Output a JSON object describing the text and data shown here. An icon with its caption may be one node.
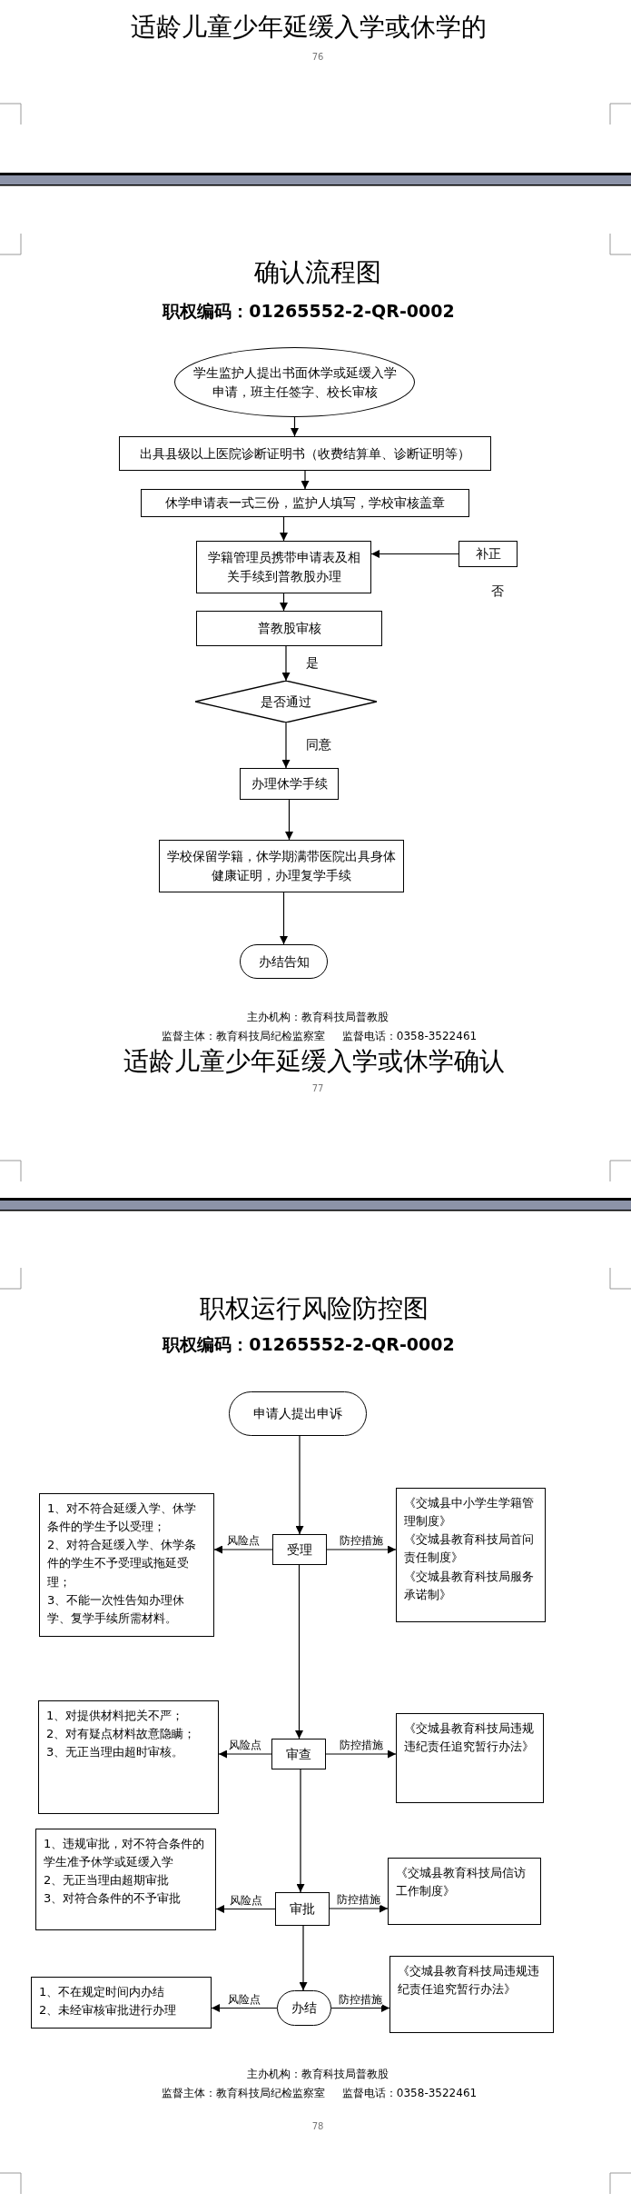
{
  "diagram": {
    "title": "适龄儿童少年延缓入学或休学的",
    "nodes": [
      {
        "text": [
          "学生监护人提出书面休学或延缓入学申请，班主任签字、校长审核"
        ]
      },
      {
        "text": [
          "出具县级以上医院诊断证明书（收费结算单、诊断证明等）"
        ]
      },
      {
        "text": [
          "休学申请表一式三份，监护人填写，学校审核盖章"
        ]
      },
      {
        "text": [
          "学籍管理员携带申请表及相关手续到普教股办理"
        ]
      },
      {
        "text": [
          "补正"
        ]
      },
      {
        "text": [
          "普教股审核"
        ]
      },
      {
        "text": [
          "是否通过"
        ]
      },
      {
        "text": [
          "办理休学手续"
        ]
      },
      {
        "text": [
          "学校保留学籍，休学期满带医院出具身体健康证明，办理复学手续"
        ]
      },
      {
        "text": [
          "办结告知"
        ]
      },
      {
        "text": [
          "申请人提出申诉"
        ]
      },
      {
        "text": [
          "受理"
        ]
      },
      {
        "text": [
          "1、对不符合延缓入学、休学条件的学生予以受理；",
          "2、对符合延缓入学、休学条件的学生不予受理或拖延受理；",
          "3、不能一次性告知办理休学、复学手续所需材料。"
        ]
      },
      {
        "text": [
          "《交城县中小学生学籍管理制度》",
          "《交城县教育科技局首问责任制度》",
          "《交城县教育科技局服务承诺制》"
        ]
      },
      {
        "text": [
          "审查"
        ]
      },
      {
        "text": [
          "1、对提供材料把关不严；",
          "2、对有疑点材料故意隐瞒；",
          "3、无正当理由超时审核。"
        ]
      },
      {
        "text": [
          "《交城县教育科技局违规违纪责任追究暂行办法》"
        ]
      },
      {
        "text": [
          "审批"
        ]
      },
      {
        "text": [
          "1、违规审批，对不符合条件的学生准予休学或延缓入学",
          "2、无正当理由超期审批",
          "3、对符合条件的不予审批"
        ]
      },
      {
        "text": [
          "《交城县教育科技局信访工作制度》"
        ]
      },
      {
        "text": [
          "办结"
        ]
      },
      {
        "text": [
          "1、不在规定时间内办结",
          "2、未经审核审批进行办理"
        ]
      },
      {
        "text": [
          "《交城县教育科技局违规违纪责任追究暂行办法》"
        ]
      }
    ],
    "edges": [
      {
        "from": 0,
        "to": 1,
        "arrow": "to"
      },
      {
        "from": 1,
        "to": 2,
        "arrow": "to"
      },
      {
        "from": 2,
        "to": 3,
        "arrow": "to"
      },
      {
        "from": 4,
        "to": 3,
        "arrow": "to"
      },
      {
        "from": 3,
        "to": 5,
        "arrow": "to"
      },
      {
        "from": 5,
        "to": 6,
        "arrow": "to",
        "label": "是"
      },
      {
        "from": 6,
        "to": 7,
        "arrow": "to",
        "label": "同意"
      },
      {
        "from": 7,
        "to": 8,
        "arrow": "to"
      },
      {
        "from": 8,
        "to": 9,
        "arrow": "to"
      },
      {
        "from": 10,
        "to": 11,
        "arrow": "to"
      },
      {
        "from": 11,
        "to": 12,
        "arrow": "to",
        "label": "风险点"
      },
      {
        "from": 11,
        "to": 13,
        "arrow": "to",
        "label": "防控措施"
      },
      {
        "from": 11,
        "to": 14,
        "arrow": "to"
      },
      {
        "from": 14,
        "to": 15,
        "arrow": "to",
        "label": "风险点"
      },
      {
        "from": 14,
        "to": 16,
        "arrow": "to",
        "label": "防控措施"
      },
      {
        "from": 14,
        "to": 17,
        "arrow": "to"
      },
      {
        "from": 17,
        "to": 18,
        "arrow": "to",
        "label": "风险点"
      },
      {
        "from": 17,
        "to": 19,
        "arrow": "to",
        "label": "防控措施"
      },
      {
        "from": 17,
        "to": 20,
        "arrow": "to"
      },
      {
        "from": 20,
        "to": 21,
        "arrow": "to",
        "label": "风险点"
      },
      {
        "from": 20,
        "to": 22,
        "arrow": "to",
        "label": "防控措施"
      }
    ],
    "labels": [
      "76",
      "确认流程图",
      "职权编码：01265552-2-QR-0002",
      "否",
      "主办机构：教育科技局普教股",
      "监督主体：教育科技局纪检监察室",
      "监督电话：0358-3522461",
      "适龄儿童少年延缓入学或休学确认",
      "77",
      "职权运行风险防控图",
      "职权编码：01265552-2-QR-0002",
      "主办机构：教育科技局普教股",
      "监督主体：教育科技局纪检监察室",
      "监督电话：0358-3522461",
      "78"
    ]
  }
}
